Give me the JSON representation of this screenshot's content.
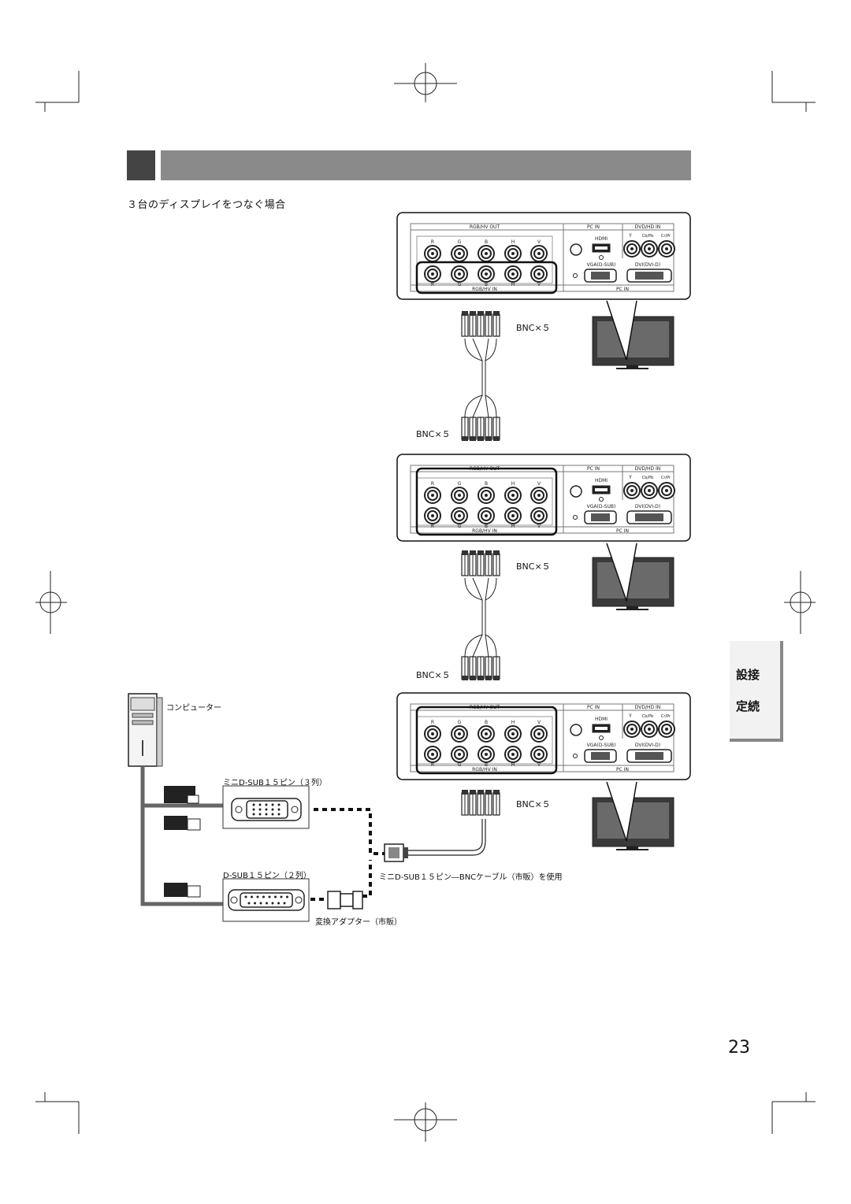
{
  "header": {
    "subtitle": "３台のディスプレイをつなぐ場合"
  },
  "side_tab": {
    "line1": "設接",
    "line2": "定続"
  },
  "page_number": "23",
  "panel": {
    "rgbhv_out": "RGB/HV OUT",
    "rgbhv_in": "RGB/HV IN",
    "pc_in": "PC IN",
    "dvd_hd_in": "DVD/HD IN",
    "hdmi": "HDMI",
    "vga": "VGA(D-SUB)",
    "dvi": "DVI(DVI-D)",
    "y": "Y",
    "cb_pb": "Cb/Pb",
    "cr_pr": "Cr/Pr",
    "channels": [
      "R",
      "G",
      "B",
      "H",
      "V"
    ]
  },
  "labels": {
    "bnc": "BNC×５",
    "computer": "コンピューター",
    "mini_dsub": "ミニD-SUB１５ピン（３列）",
    "dsub": "D-SUB１５ピン（２列）",
    "cable": "ミニD-SUB１５ピン―BNCケーブル（市販）を使用",
    "adapter": "変換アダプター（市販）"
  },
  "colors": {
    "headbar_dark": "#444444",
    "headbar": "#8a8a8a",
    "line": "#111111"
  }
}
